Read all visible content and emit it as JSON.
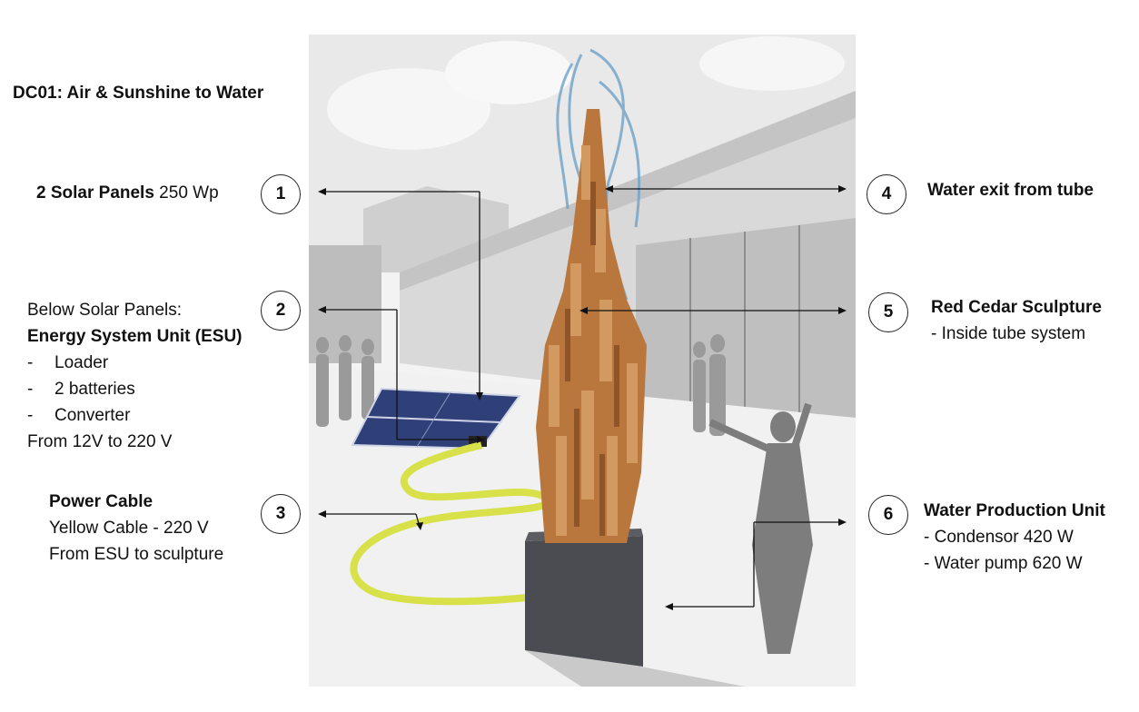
{
  "title": "DC01: Air & Sunshine to Water",
  "callouts": [
    {
      "number": "1",
      "bold": "2 Solar Panels",
      "text": " 250 Wp"
    },
    {
      "number": "2",
      "intro": "Below Solar Panels:",
      "bold": "Energy System Unit (ESU)",
      "items": [
        "Loader",
        "2 batteries",
        "Converter"
      ],
      "dash": "-",
      "footer": "From 12V to 220 V"
    },
    {
      "number": "3",
      "bold": "Power Cable",
      "lines": [
        "Yellow Cable - 220 V",
        "From ESU to sculpture"
      ]
    },
    {
      "number": "4",
      "bold": "Water exit from tube"
    },
    {
      "number": "5",
      "bold": "Red Cedar Sculpture",
      "lines": [
        "- Inside tube system"
      ]
    },
    {
      "number": "6",
      "bold": "Water Production Unit",
      "lines": [
        "- Condensor 420 W",
        "- Water pump 620 W"
      ]
    }
  ],
  "colors": {
    "cable": "#d8e04a",
    "wood": "#b9773e",
    "base": "#4a4c52",
    "panel": "#2f3f78"
  }
}
